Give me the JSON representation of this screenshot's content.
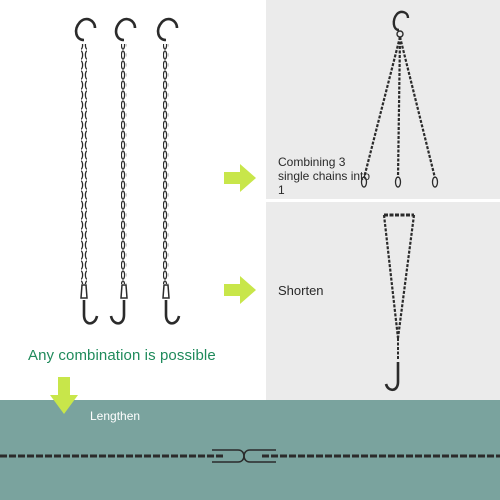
{
  "labels": {
    "combining": "Combining 3 single chains into 1",
    "shorten": "Shorten",
    "any_combination": "Any combination is possible",
    "lengthen": "Lengthen"
  },
  "colors": {
    "arrow": "#c8e64a",
    "chain": "#2b2b2b",
    "panel_gray": "#ebebeb",
    "teal_band": "#7aa39e",
    "caption_green": "#1f8a5b"
  },
  "icons": {
    "arrow_right": "arrow-right-icon",
    "arrow_down": "arrow-down-icon",
    "hook": "s-hook-icon"
  }
}
